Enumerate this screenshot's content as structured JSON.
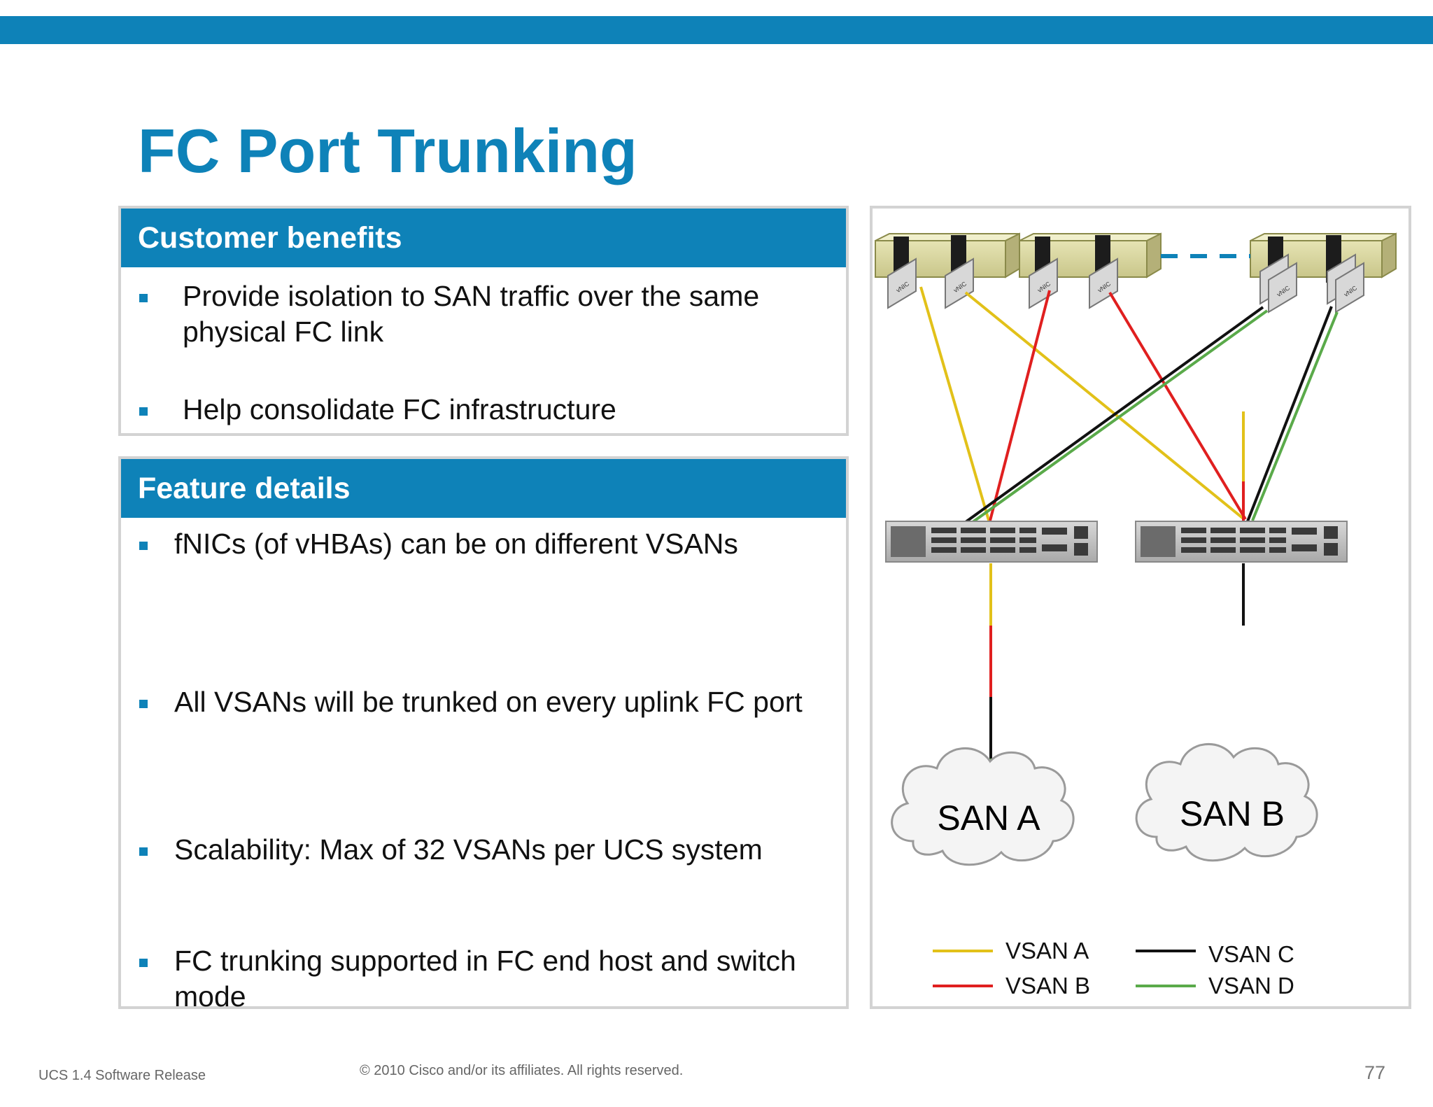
{
  "title": "FC Port Trunking",
  "benefits": {
    "header": "Customer benefits",
    "items": [
      "Provide isolation to SAN traffic over the same physical FC link",
      "Help consolidate FC infrastructure"
    ]
  },
  "features": {
    "header": "Feature details",
    "items": [
      "fNICs (of vHBAs) can be on different VSANs",
      "All VSANs will be trunked on every uplink FC port",
      "Scalability: Max of 32 VSANs per UCS system",
      "FC trunking supported in FC end host and switch mode"
    ]
  },
  "diagram": {
    "nic_label": "vNIC",
    "clouds": [
      "SAN A",
      "SAN B"
    ],
    "legend": [
      {
        "label": "VSAN A",
        "color": "#e2c119"
      },
      {
        "label": "VSAN B",
        "color": "#e01f1f"
      },
      {
        "label": "VSAN C",
        "color": "#111111"
      },
      {
        "label": "VSAN D",
        "color": "#5aaa4a"
      }
    ]
  },
  "colors": {
    "accent": "#0e82b8"
  },
  "footer": {
    "left": "UCS 1.4 Software Release",
    "center": "© 2010 Cisco and/or its affiliates. All rights reserved.",
    "page": "77"
  }
}
